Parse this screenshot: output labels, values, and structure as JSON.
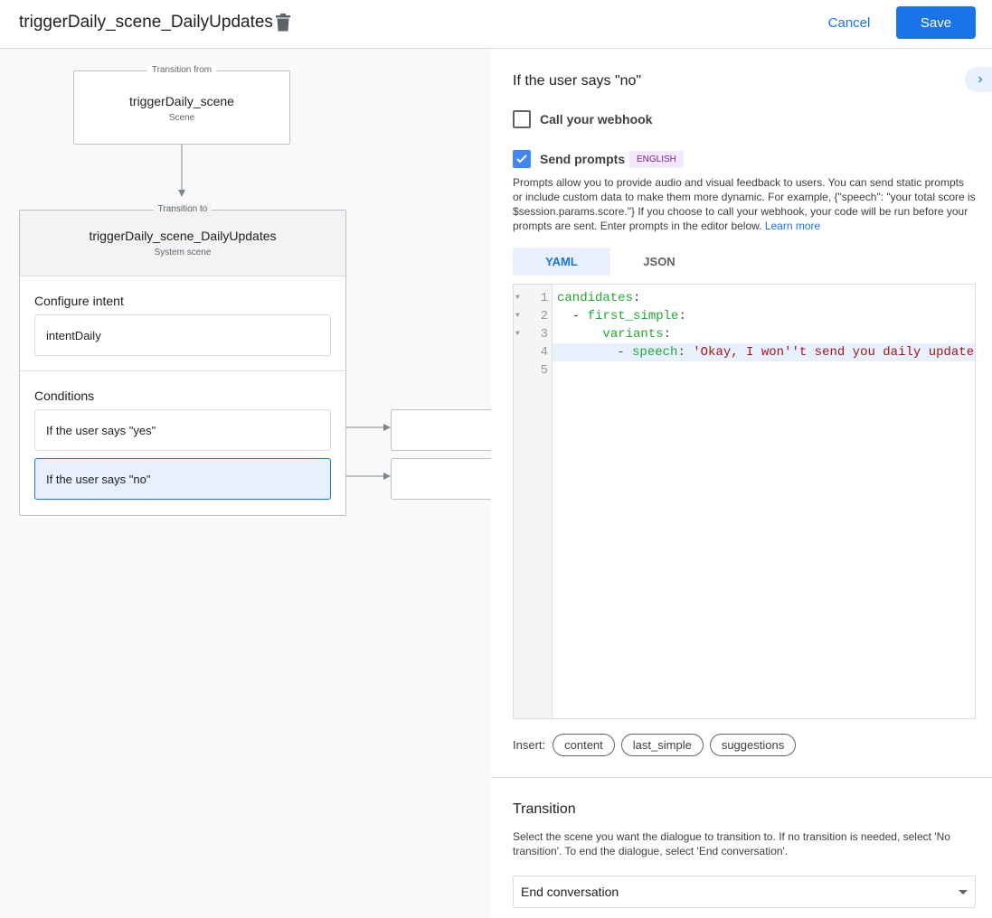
{
  "header": {
    "title": "triggerDaily_scene_DailyUpdates",
    "cancel": "Cancel",
    "save": "Save"
  },
  "canvas": {
    "from": {
      "legend": "Transition from",
      "title": "triggerDaily_scene",
      "subtitle": "Scene"
    },
    "to": {
      "legend": "Transition to",
      "title": "triggerDaily_scene_DailyUpdates",
      "subtitle": "System scene"
    },
    "intent_label": "Configure intent",
    "intent_value": "intentDaily",
    "conditions_label": "Conditions",
    "conditions": [
      {
        "label": "If the user says \"yes\""
      },
      {
        "label": "If the user says \"no\""
      }
    ]
  },
  "panel": {
    "heading": "If the user says \"no\"",
    "webhook": {
      "label": "Call your webhook",
      "checked": false
    },
    "prompts": {
      "label": "Send prompts",
      "checked": true,
      "badge": "ENGLISH"
    },
    "description": "Prompts allow you to provide audio and visual feedback to users. You can send static prompts or include custom data to make them more dynamic. For example, {\"speech\": \"your total score is $session.params.score.\"} If you choose to call your webhook, your code will be run before your prompts are sent. Enter prompts in the editor below.",
    "learn_more": "Learn more",
    "tabs": [
      {
        "label": "YAML",
        "active": true
      },
      {
        "label": "JSON",
        "active": false
      }
    ],
    "code": {
      "line_numbers": [
        "1",
        "2",
        "3",
        "4",
        "5"
      ],
      "l1_key": "candidates",
      "l2_key": "first_simple",
      "l3_key": "variants",
      "l4_key": "speech",
      "l4_value": "'Okay, I won''t send you daily update"
    },
    "insert_label": "Insert:",
    "insert_chips": [
      "content",
      "last_simple",
      "suggestions"
    ],
    "transition": {
      "title": "Transition",
      "description": "Select the scene you want the dialogue to transition to. If no transition is needed, select 'No transition'. To end the dialogue, select 'End conversation'.",
      "selected": "End conversation"
    }
  },
  "colors": {
    "accent": "#1a73e8",
    "selected_bg": "#e8f0fe",
    "badge_bg": "#f3e8fd",
    "badge_text": "#7b1fa2"
  }
}
